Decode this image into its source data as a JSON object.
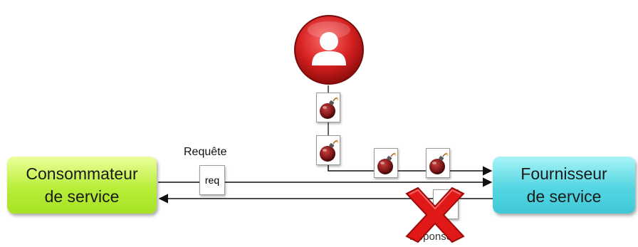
{
  "consumer": {
    "label": "Consommateur\nde service",
    "color": "#b8ee3a"
  },
  "provider": {
    "label": "Fournisseur\nde service",
    "color": "#55d6e2"
  },
  "request": {
    "label": "Requête",
    "document_text": "req"
  },
  "response": {
    "label": "Réponse",
    "blocked": true
  },
  "attacker": {
    "icon": "user-icon",
    "color": "#d42020"
  },
  "bombs": {
    "icon": "bomb-icon",
    "count": 4
  },
  "block_icon": "red-x-icon"
}
